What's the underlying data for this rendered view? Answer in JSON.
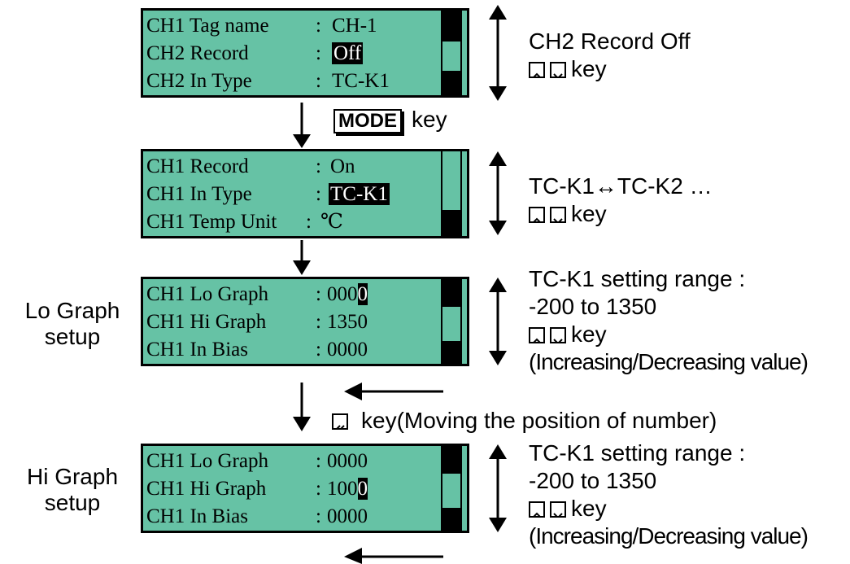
{
  "screens": [
    {
      "rows": [
        {
          "label": "CH1 Tag name",
          "sep": ":",
          "value": "CH-1",
          "highlight": ""
        },
        {
          "label": "CH2 Record",
          "sep": ":",
          "value": "",
          "highlight": "Off"
        },
        {
          "label": "CH2 In Type",
          "sep": ":",
          "value": "TC-K1",
          "highlight": ""
        }
      ]
    },
    {
      "rows": [
        {
          "label": "CH1 Record",
          "sep": ":",
          "value": "On",
          "highlight": ""
        },
        {
          "label": "CH1 In Type",
          "sep": ":",
          "value": "",
          "highlight": "TC-K1"
        },
        {
          "label": "CH1 Temp Unit",
          "sep": ":",
          "value": "℃",
          "highlight": ""
        }
      ]
    },
    {
      "rows": [
        {
          "label": "CH1 Lo Graph",
          "sep": ":",
          "value": "000",
          "highlight": "0"
        },
        {
          "label": "CH1 Hi Graph",
          "sep": ":",
          "value": "1350",
          "highlight": ""
        },
        {
          "label": "CH1 In Bias",
          "sep": ":",
          "value": "0000",
          "highlight": ""
        }
      ]
    },
    {
      "rows": [
        {
          "label": "CH1 Lo Graph",
          "sep": ":",
          "value": "0000",
          "highlight": ""
        },
        {
          "label": "CH1 Hi Graph",
          "sep": ":",
          "value": "100",
          "highlight": "0"
        },
        {
          "label": "CH1 In Bias",
          "sep": ":",
          "value": "0000",
          "highlight": ""
        }
      ]
    }
  ],
  "annotations": {
    "a1": {
      "line1": "CH2 Record Off",
      "key": "key"
    },
    "mode": {
      "button": "MODE",
      "key": "key"
    },
    "a2": {
      "line1": "TC-K1↔TC-K2 …",
      "key": "key"
    },
    "a3": {
      "line1": "TC-K1 setting range :",
      "line2": "-200 to 1350",
      "key": "key",
      "line4": "(Increasing/Decreasing value)"
    },
    "shift": {
      "text": "key(Moving the position of number)"
    },
    "a4": {
      "line1": "TC-K1 setting range :",
      "line2": "-200 to 1350",
      "key": "key",
      "line4": "(Increasing/Decreasing value)"
    }
  },
  "side_labels": {
    "lo": {
      "line1": "Lo Graph",
      "line2": "setup"
    },
    "hi": {
      "line1": "Hi Graph",
      "line2": "setup"
    }
  },
  "icons": {
    "up": "double-chevron-up-key-icon",
    "down": "double-chevron-down-key-icon",
    "left": "double-chevron-left-key-icon"
  },
  "colors": {
    "lcd": "#66c2a5",
    "ink": "#000000"
  }
}
